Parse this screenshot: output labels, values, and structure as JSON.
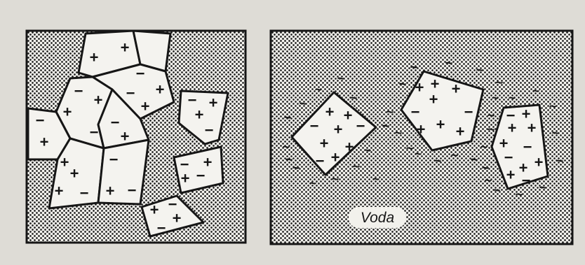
{
  "colors": {
    "background": "#dedcd6",
    "stipple_bg": "#f2f1ec",
    "stipple_dot": "#1c1c1c",
    "particle_fill": "#f4f3ef",
    "outline": "#161616"
  },
  "panels": [
    {
      "name": "left-panel",
      "description_text": ""
    },
    {
      "name": "right-panel",
      "water_label": "Voda"
    }
  ],
  "signs": {
    "plus": "+",
    "minus": "−",
    "tilde": "~"
  }
}
